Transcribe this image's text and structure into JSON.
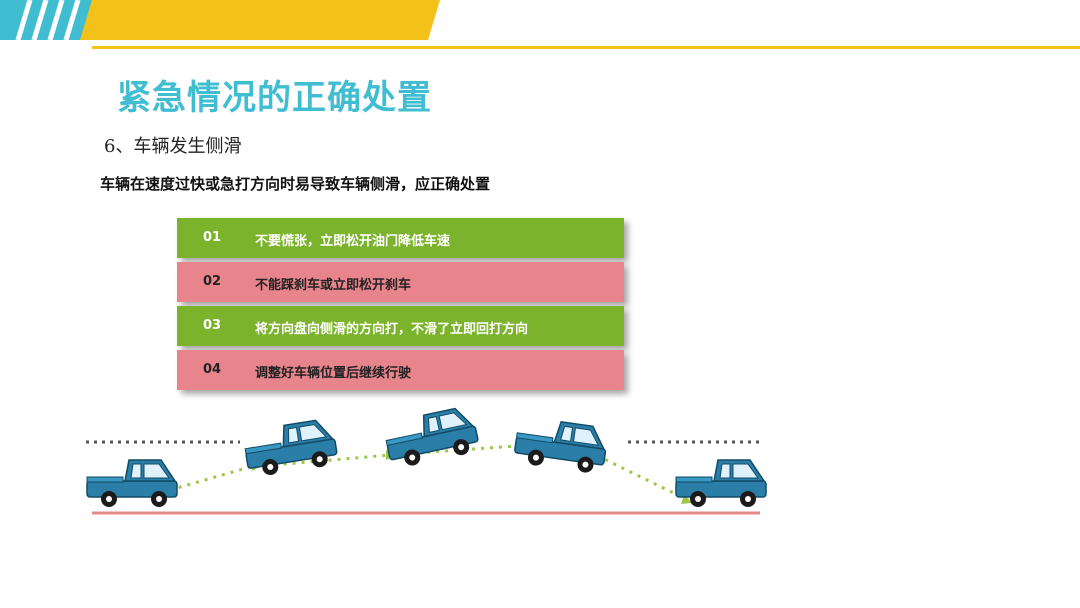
{
  "title": "紧急情况的正确处置",
  "subtitle": "6、车辆发生侧滑",
  "lead": "车辆在速度过快或急打方向时易导致车辆侧滑，应正确处置",
  "steps": [
    {
      "num": "01",
      "text": "不要慌张，立即松开油门降低车速",
      "style": "green"
    },
    {
      "num": "02",
      "text": "不能踩刹车或立即松开刹车",
      "style": "pink"
    },
    {
      "num": "03",
      "text": "将方向盘向侧滑的方向打，不滑了立即回打方向",
      "style": "green"
    },
    {
      "num": "04",
      "text": "调整好车辆位置后继续行驶",
      "style": "pink"
    }
  ],
  "colors": {
    "accent": "#41bdd2",
    "header_yellow": "#f3c21a",
    "step_green": "#7cb32c",
    "step_pink": "#e7848c",
    "truck_blue": "#2a7ea8",
    "road_line": "#e58a8a",
    "path_dots": "#9bc84a"
  }
}
